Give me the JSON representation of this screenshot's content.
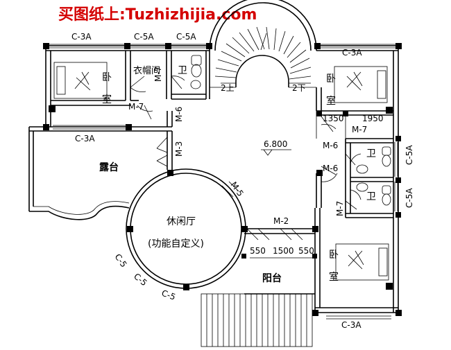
{
  "title": "买图纸上:Tuzhizhijia.com",
  "elevation": "6.800",
  "rooms": {
    "bedroom_nw": [
      "卧",
      "室"
    ],
    "cloakroom": "衣帽间",
    "bath_top": "卫",
    "bedroom_ne": [
      "卧",
      "室"
    ],
    "bath_mid1": "卫",
    "bath_mid2": "卫",
    "terrace": "露台",
    "lounge": "休闲厅",
    "lounge_sub": "(功能自定义)",
    "balcony": "阳台",
    "bedroom_se": [
      "卧",
      "室"
    ]
  },
  "stairs": {
    "up": "2上",
    "down": "2下"
  },
  "windows": {
    "c3a_top_left": "C-3A",
    "c5a_top_1": "C-5A",
    "c5a_top_2": "C-5A",
    "c3a_top_right": "C-3A",
    "c3a_terrace": "C-3A",
    "c5a_right_1": "C-5A",
    "c5a_right_2": "C-5A",
    "c3a_bottom": "C-3A",
    "c5_a": "C-5",
    "c5_b": "C-5",
    "c5_c": "C-5"
  },
  "doors": {
    "m7_a": "M-7",
    "m7_b": "M-7",
    "m6_a": "M-6",
    "m3": "M-3",
    "m7_c": "M-7",
    "m6_b": "M-6",
    "m6_c": "M-6",
    "m7_d": "M-7",
    "m5": "M-5",
    "m2": "M-2"
  },
  "dimensions": {
    "d1350": "1350",
    "d1950": "1950",
    "d550_l": "550",
    "d1500": "1500",
    "d550_r": "550"
  }
}
